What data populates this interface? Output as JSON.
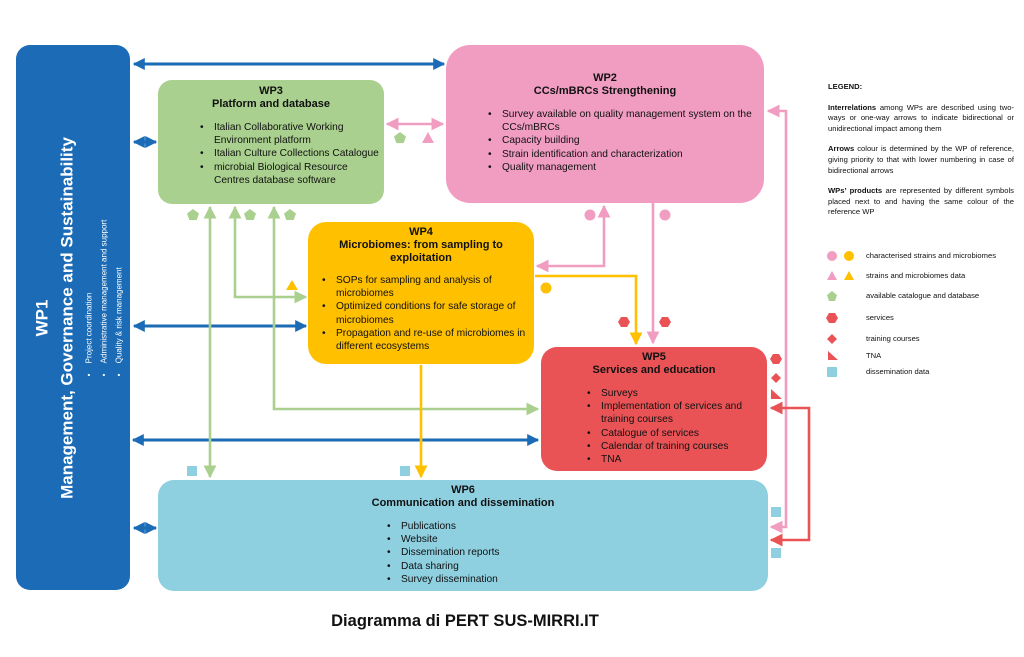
{
  "colors": {
    "wp1": "#1b6bb6",
    "wp2": "#f19dc2",
    "wp3": "#a9d08e",
    "wp4": "#ffc000",
    "wp5": "#e95356",
    "wp6": "#8ecfe0"
  },
  "wp1": {
    "id": "WP1",
    "title": "Management, Governance and Sustainability",
    "bullets": [
      "Project coordination",
      "Administrative management and support",
      "Quality & risk management"
    ]
  },
  "wp2": {
    "id": "WP2",
    "title": "CCs/mBRCs Strengthening",
    "bullets": [
      "Survey available on quality management system on the CCs/mBRCs",
      "Capacity building",
      "Strain identification and characterization",
      "Quality management"
    ]
  },
  "wp3": {
    "id": "WP3",
    "title": "Platform and database",
    "bullets": [
      "Italian Collaborative Working Environment platform",
      "Italian Culture Collections Catalogue",
      "microbial Biological Resource Centres database software"
    ]
  },
  "wp4": {
    "id": "WP4",
    "title": "Microbiomes: from sampling to exploitation",
    "bullets": [
      "SOPs for sampling and analysis of microbiomes",
      "Optimized conditions for safe storage of microbiomes",
      "Propagation and re-use of microbiomes in different ecosystems"
    ]
  },
  "wp5": {
    "id": "WP5",
    "title": "Services and education",
    "bullets": [
      "Surveys",
      "Implementation of services and training courses",
      "Catalogue of services",
      "Calendar of training courses",
      "TNA"
    ]
  },
  "wp6": {
    "id": "WP6",
    "title": "Communication and dissemination",
    "bullets": [
      "Publications",
      "Website",
      "Dissemination reports",
      "Data sharing",
      "Survey dissemination"
    ]
  },
  "legend": {
    "title": "LEGEND",
    "title_suffix": ":",
    "p1_bold": "Interrelations",
    "p1_rest": " among WPs are described using two-ways or one-way arrows to indicate bidirectional or unidirectional impact among them",
    "p2_bold": "Arrows",
    "p2_rest": " colour is determined by the WP of reference, giving priority to that with lower numbering in case of bidirectional arrows",
    "p3_bold": "WPs’ products",
    "p3_rest": " are represented by different symbols placed next to and having the same colour of the reference WP",
    "symbols": [
      {
        "icon": "circle",
        "label": "characterised strains and microbiomes"
      },
      {
        "icon": "triangle",
        "label": "strains and microbiomes data"
      },
      {
        "icon": "pentagon",
        "label": "available catalogue and database"
      },
      {
        "icon": "hexagon",
        "label": "services"
      },
      {
        "icon": "diamond",
        "label": "training courses"
      },
      {
        "icon": "right-triangle",
        "label": "TNA"
      },
      {
        "icon": "square",
        "label": "dissemination data"
      }
    ]
  },
  "caption": "Diagramma di PERT SUS-MIRRI.IT"
}
